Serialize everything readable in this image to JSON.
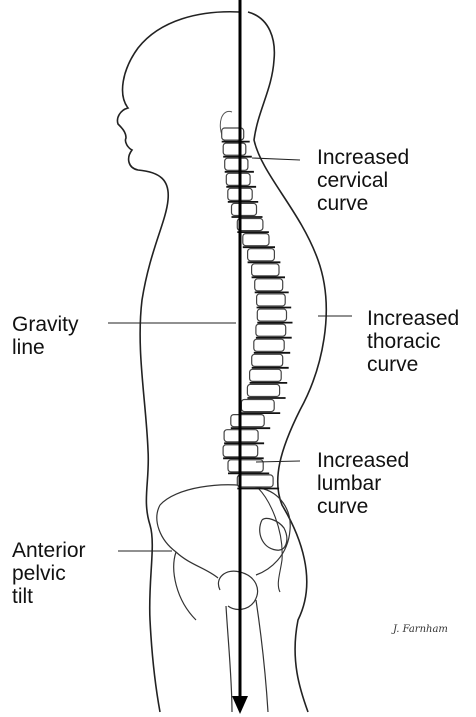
{
  "labels": {
    "cervical": [
      "Increased",
      "cervical",
      "curve"
    ],
    "thoracic": [
      "Increased",
      "thoracic",
      "curve"
    ],
    "lumbar": [
      "Increased",
      "lumbar",
      "curve"
    ],
    "gravity": [
      "Gravity",
      "line"
    ],
    "pelvic": [
      "Anterior",
      "pelvic",
      "tilt"
    ]
  },
  "signature": "J. Farnham",
  "colors": {
    "ink": "#111111",
    "spine_shade": "#444444"
  }
}
